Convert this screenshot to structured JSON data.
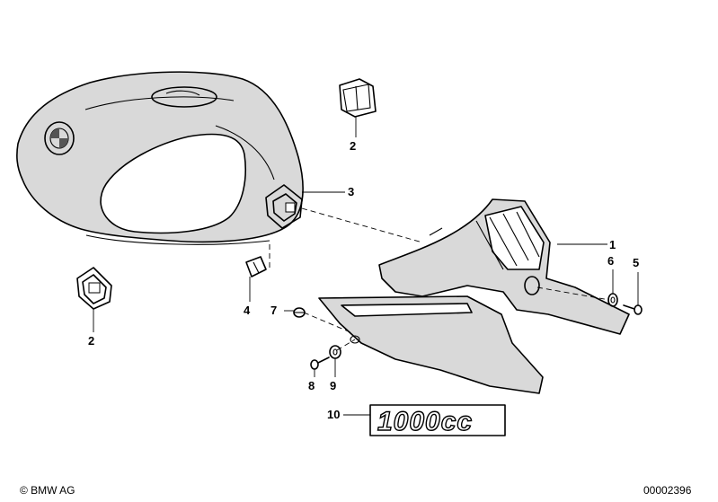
{
  "callouts": [
    {
      "number": "1"
    },
    {
      "number": "2"
    },
    {
      "number": "2"
    },
    {
      "number": "3"
    },
    {
      "number": "4"
    },
    {
      "number": "5"
    },
    {
      "number": "6"
    },
    {
      "number": "7"
    },
    {
      "number": "8"
    },
    {
      "number": "9"
    },
    {
      "number": "10"
    }
  ],
  "copyright": "© BMW AG",
  "drawing_number": "00002396",
  "emblem_text": "1000cc"
}
